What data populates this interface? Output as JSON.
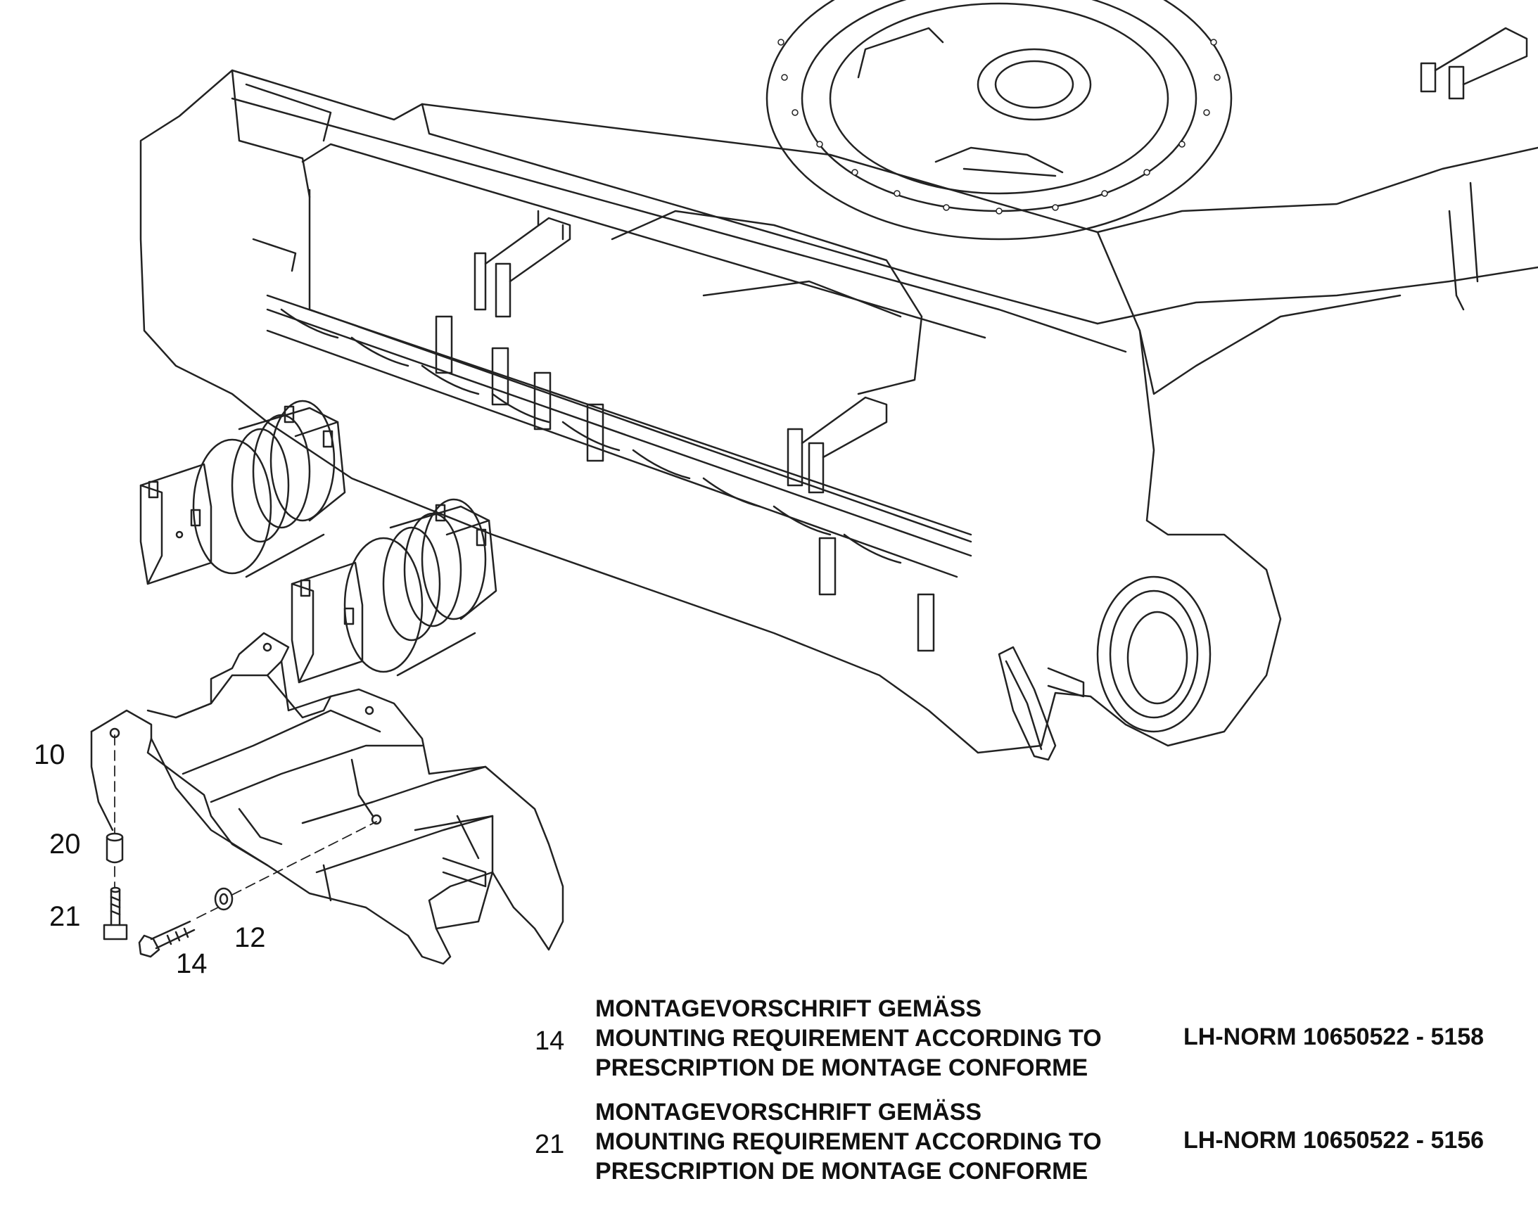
{
  "callouts": {
    "c10": "10",
    "c20": "20",
    "c21": "21",
    "c14": "14",
    "c12": "12"
  },
  "notes": [
    {
      "position": "14",
      "line_de": "MONTAGEVORSCHRIFT GEMÄSS",
      "line_en": "MOUNTING REQUIREMENT ACCORDING TO",
      "line_fr": "PRESCRIPTION DE MONTAGE CONFORME",
      "norm": "LH-NORM 10650522 - 5158"
    },
    {
      "position": "21",
      "line_de": "MONTAGEVORSCHRIFT GEMÄSS",
      "line_en": "MOUNTING REQUIREMENT ACCORDING TO",
      "line_fr": "PRESCRIPTION DE MONTAGE CONFORME",
      "norm": "LH-NORM 10650522 - 5156"
    }
  ]
}
